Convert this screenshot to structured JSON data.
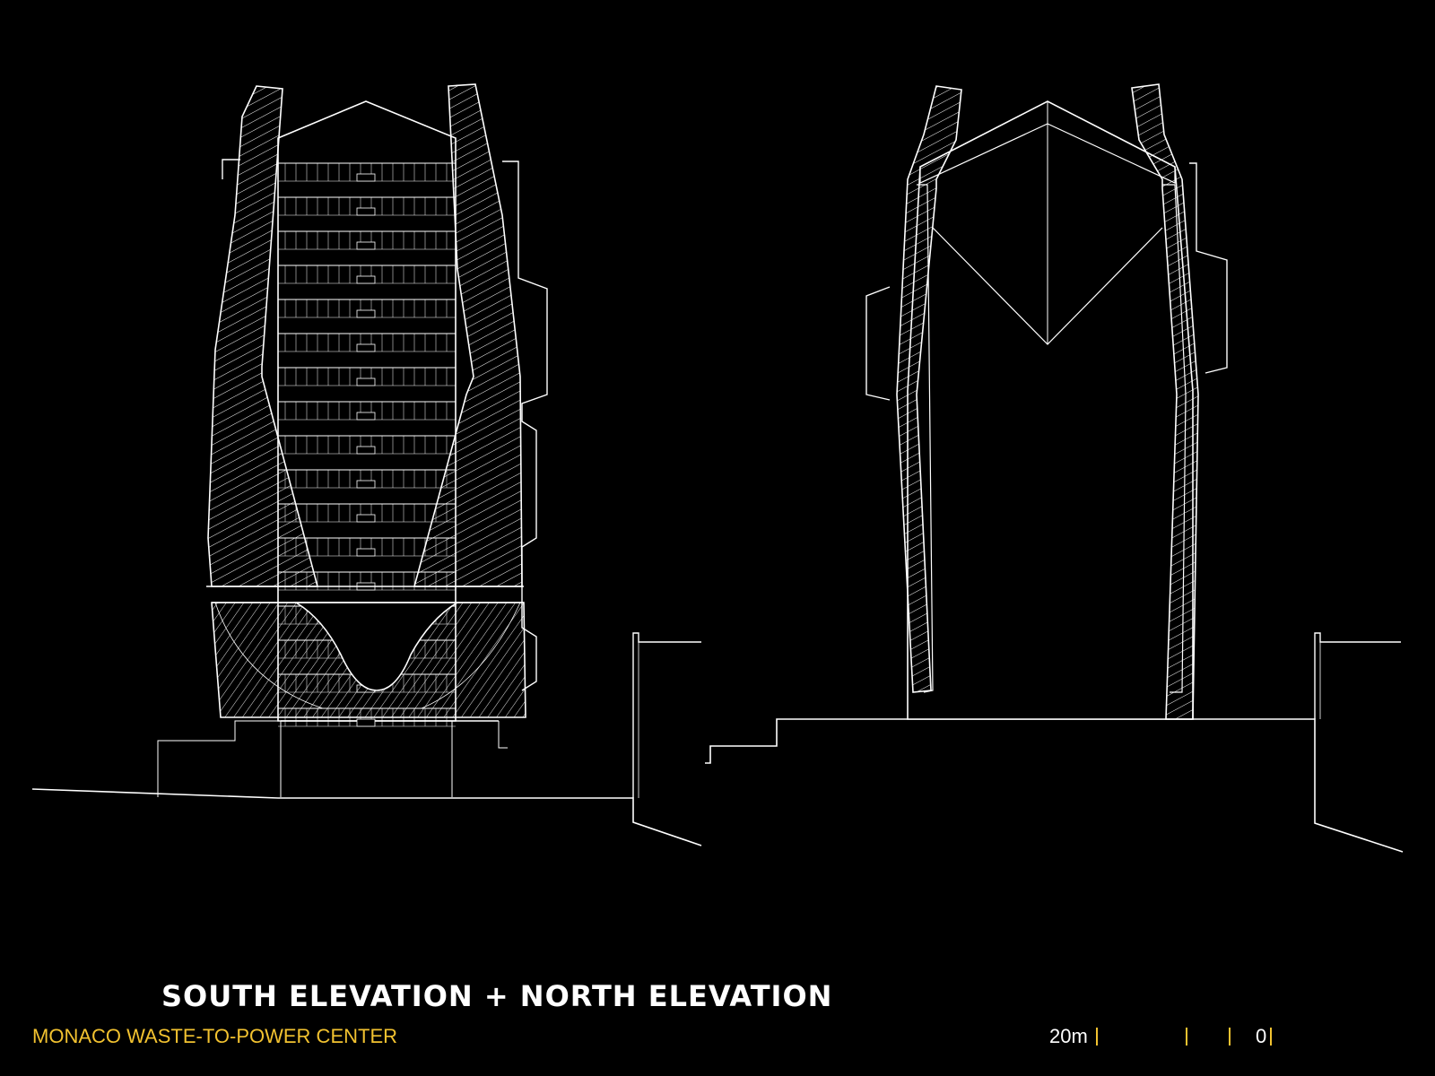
{
  "title": "SOUTH ELEVATION + NORTH ELEVATION",
  "subtitle": "MONACO WASTE-TO-POWER CENTER",
  "scale": {
    "left_label": "20m",
    "right_label": "0"
  },
  "colors": {
    "background": "#000000",
    "line": "#ffffff",
    "accent": "#f2c230"
  }
}
